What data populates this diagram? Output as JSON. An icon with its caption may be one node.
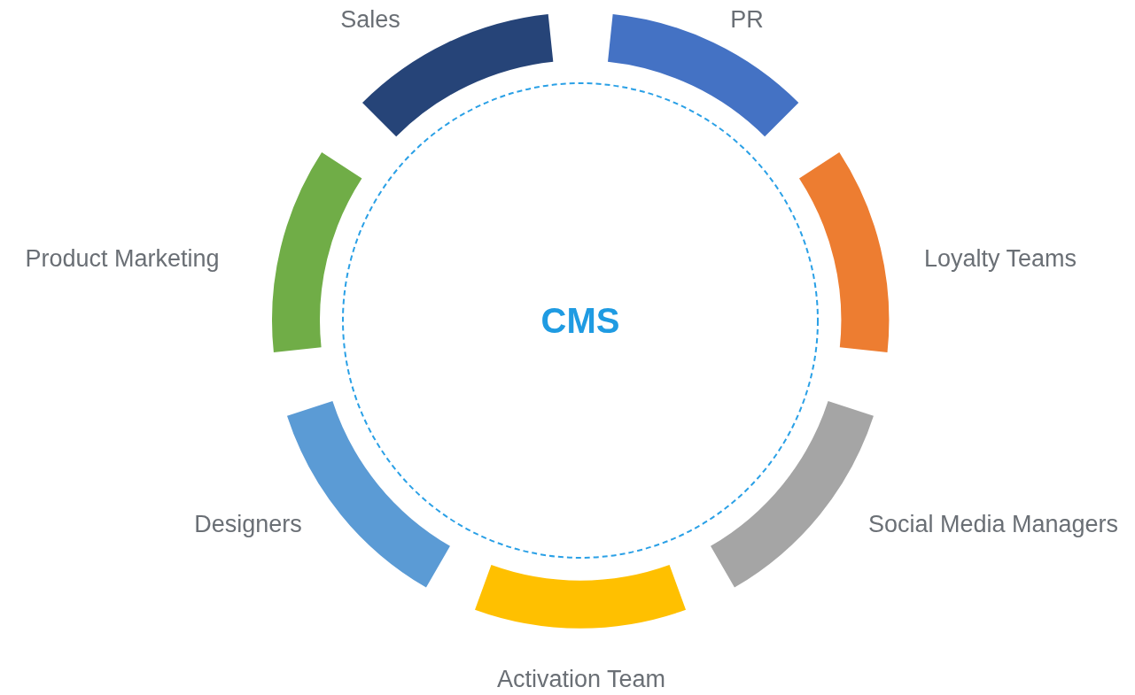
{
  "diagram": {
    "nodes": [
      {
        "text": [
          "CMS"
        ]
      },
      {
        "text": [
          "Sales"
        ]
      },
      {
        "text": [
          "PR"
        ]
      },
      {
        "text": [
          "Loyalty Teams"
        ]
      },
      {
        "text": [
          "Social Media Managers"
        ]
      },
      {
        "text": [
          "Activation Team"
        ]
      },
      {
        "text": [
          "Designers"
        ]
      },
      {
        "text": [
          "Product Marketing"
        ]
      }
    ]
  }
}
